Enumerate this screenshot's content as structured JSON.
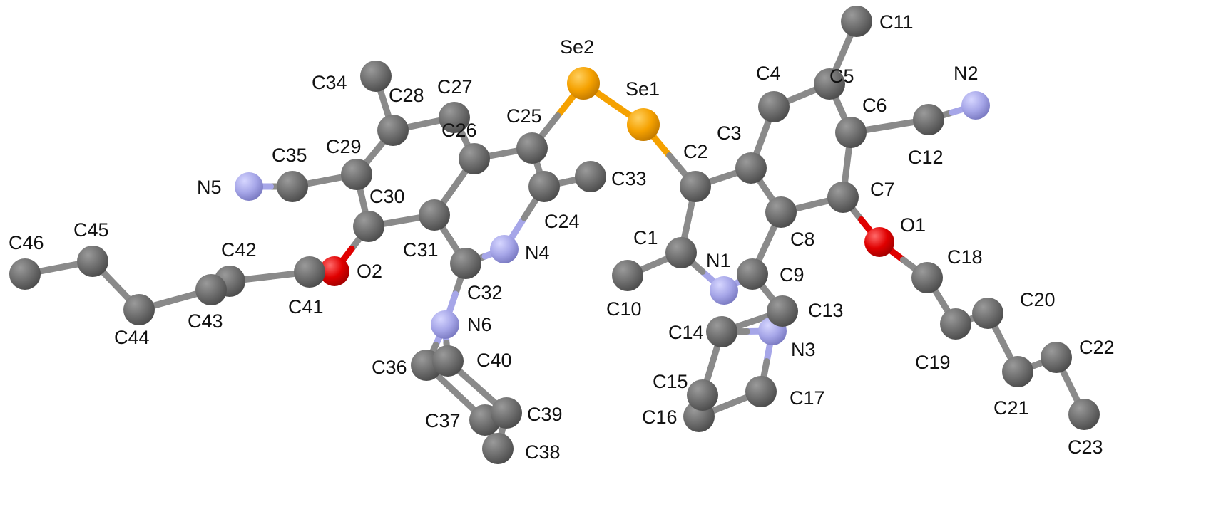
{
  "atoms": [
    {
      "id": "Se1",
      "el": "Se"
    },
    {
      "id": "Se2",
      "el": "Se"
    },
    {
      "id": "C1",
      "el": "C"
    },
    {
      "id": "C2",
      "el": "C"
    },
    {
      "id": "C3",
      "el": "C"
    },
    {
      "id": "C4",
      "el": "C"
    },
    {
      "id": "C5",
      "el": "C"
    },
    {
      "id": "C6",
      "el": "C"
    },
    {
      "id": "C7",
      "el": "C"
    },
    {
      "id": "C8",
      "el": "C"
    },
    {
      "id": "C9",
      "el": "C"
    },
    {
      "id": "C10",
      "el": "C"
    },
    {
      "id": "C11",
      "el": "C"
    },
    {
      "id": "C12",
      "el": "C"
    },
    {
      "id": "N1",
      "el": "N"
    },
    {
      "id": "N2",
      "el": "N"
    },
    {
      "id": "O1",
      "el": "O"
    },
    {
      "id": "C13",
      "el": "C"
    },
    {
      "id": "C14",
      "el": "C"
    },
    {
      "id": "C15",
      "el": "C"
    },
    {
      "id": "C16",
      "el": "C"
    },
    {
      "id": "C17",
      "el": "C"
    },
    {
      "id": "N3",
      "el": "N"
    },
    {
      "id": "C18",
      "el": "C"
    },
    {
      "id": "C19",
      "el": "C"
    },
    {
      "id": "C20",
      "el": "C"
    },
    {
      "id": "C21",
      "el": "C"
    },
    {
      "id": "C22",
      "el": "C"
    },
    {
      "id": "C23",
      "el": "C"
    },
    {
      "id": "C24",
      "el": "C"
    },
    {
      "id": "C25",
      "el": "C"
    },
    {
      "id": "C26",
      "el": "C"
    },
    {
      "id": "C27",
      "el": "C"
    },
    {
      "id": "C28",
      "el": "C"
    },
    {
      "id": "C29",
      "el": "C"
    },
    {
      "id": "C30",
      "el": "C"
    },
    {
      "id": "C31",
      "el": "C"
    },
    {
      "id": "C32",
      "el": "C"
    },
    {
      "id": "C33",
      "el": "C"
    },
    {
      "id": "C34",
      "el": "C"
    },
    {
      "id": "C35",
      "el": "C"
    },
    {
      "id": "N4",
      "el": "N"
    },
    {
      "id": "N5",
      "el": "N"
    },
    {
      "id": "O2",
      "el": "O"
    },
    {
      "id": "N6",
      "el": "N"
    },
    {
      "id": "C36",
      "el": "C"
    },
    {
      "id": "C37",
      "el": "C"
    },
    {
      "id": "C38",
      "el": "C"
    },
    {
      "id": "C39",
      "el": "C"
    },
    {
      "id": "C40",
      "el": "C"
    },
    {
      "id": "C41",
      "el": "C"
    },
    {
      "id": "C42",
      "el": "C"
    },
    {
      "id": "C43",
      "el": "C"
    },
    {
      "id": "C44",
      "el": "C"
    },
    {
      "id": "C45",
      "el": "C"
    },
    {
      "id": "C46",
      "el": "C"
    }
  ],
  "bonds": [
    [
      "Se1",
      "Se2"
    ],
    [
      "Se1",
      "C2"
    ],
    [
      "Se2",
      "C25"
    ],
    [
      "C1",
      "C2"
    ],
    [
      "C2",
      "C3"
    ],
    [
      "C3",
      "C4"
    ],
    [
      "C4",
      "C5"
    ],
    [
      "C5",
      "C6"
    ],
    [
      "C6",
      "C7"
    ],
    [
      "C7",
      "C8"
    ],
    [
      "C8",
      "C3"
    ],
    [
      "C8",
      "C9"
    ],
    [
      "C9",
      "N1"
    ],
    [
      "N1",
      "C1"
    ],
    [
      "C1",
      "C10"
    ],
    [
      "C5",
      "C11"
    ],
    [
      "C6",
      "C12"
    ],
    [
      "C12",
      "N2"
    ],
    [
      "C7",
      "O1"
    ],
    [
      "O1",
      "C18"
    ],
    [
      "C18",
      "C19"
    ],
    [
      "C19",
      "C20"
    ],
    [
      "C20",
      "C21"
    ],
    [
      "C21",
      "C22"
    ],
    [
      "C22",
      "C23"
    ],
    [
      "C9",
      "C13"
    ],
    [
      "C13",
      "N3"
    ],
    [
      "N3",
      "C14"
    ],
    [
      "N3",
      "C17"
    ],
    [
      "C14",
      "C15"
    ],
    [
      "C15",
      "C16"
    ],
    [
      "C16",
      "C17"
    ],
    [
      "C13",
      "C14"
    ],
    [
      "C24",
      "C25"
    ],
    [
      "C25",
      "C26"
    ],
    [
      "C26",
      "C27"
    ],
    [
      "C27",
      "C28"
    ],
    [
      "C28",
      "C29"
    ],
    [
      "C29",
      "C30"
    ],
    [
      "C30",
      "C31"
    ],
    [
      "C31",
      "C26"
    ],
    [
      "C31",
      "C32"
    ],
    [
      "C32",
      "N4"
    ],
    [
      "N4",
      "C24"
    ],
    [
      "C24",
      "C33"
    ],
    [
      "C28",
      "C34"
    ],
    [
      "C29",
      "C35"
    ],
    [
      "C35",
      "N5"
    ],
    [
      "C30",
      "O2"
    ],
    [
      "O2",
      "C41"
    ],
    [
      "C41",
      "C42"
    ],
    [
      "C42",
      "C43"
    ],
    [
      "C43",
      "C44"
    ],
    [
      "C44",
      "C45"
    ],
    [
      "C45",
      "C46"
    ],
    [
      "C32",
      "N6"
    ],
    [
      "N6",
      "C36"
    ],
    [
      "N6",
      "C40"
    ],
    [
      "C36",
      "C37"
    ],
    [
      "C37",
      "C38"
    ],
    [
      "C38",
      "C39"
    ],
    [
      "C39",
      "C40"
    ],
    [
      "C36",
      "C40"
    ],
    [
      "C37",
      "C39"
    ]
  ],
  "colors": {
    "C": "#6e6e6e",
    "N": "#a6a6e8",
    "O": "#e00000",
    "Se": "#f5a100",
    "bond": "#8a8a8a",
    "text": "#111111"
  }
}
